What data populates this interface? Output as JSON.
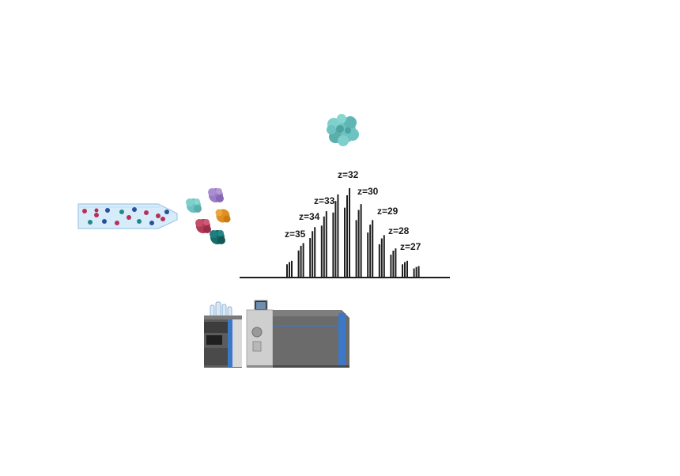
{
  "spectrum": {
    "charge_labels": [
      "z=35",
      "z=34",
      "z=33",
      "z=32",
      "z=30",
      "z=29",
      "z=28",
      "z=27"
    ],
    "peak_heights_relative": [
      0.18,
      0.38,
      0.56,
      0.74,
      0.93,
      1.0,
      0.82,
      0.64,
      0.47,
      0.32,
      0.18,
      0.12
    ]
  },
  "colors": {
    "tube_fill": "#d6ecfb",
    "tube_stroke": "#9fc8e8",
    "particle_red": "#b4325a",
    "particle_blue": "#2a4f9c",
    "particle_teal": "#1f8a86",
    "protein_teal": "#6cc3c1",
    "protein_purple": "#9a7cc4",
    "protein_orange": "#de8f22",
    "protein_crimson": "#b23a58",
    "protein_darkteal": "#176b6b",
    "spectrum_bars": "#1e1e1e",
    "instrument_body": "#6b6b6b",
    "instrument_stripe": "#3b78c7"
  },
  "icons": {
    "folded_protein": "folded-protein-icon",
    "capillary": "capillary-tube-icon",
    "lc_system": "lc-system-icon",
    "mass_spectrometer": "mass-spectrometer-icon"
  }
}
